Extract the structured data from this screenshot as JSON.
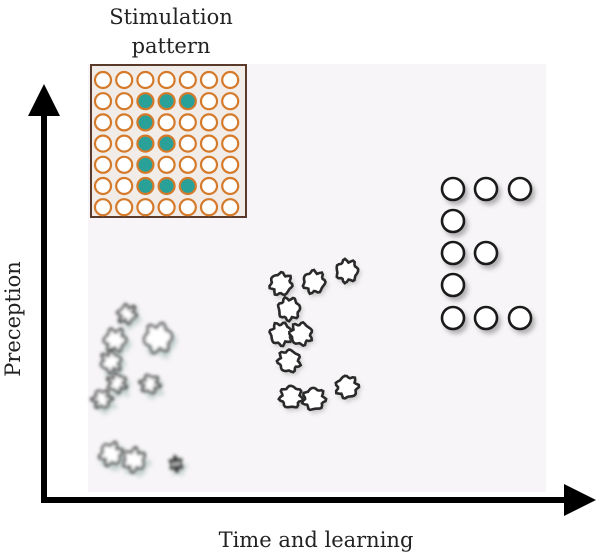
{
  "stimulation_label": {
    "line1": "Stimulation",
    "line2": "pattern"
  },
  "axes": {
    "y_label": "Preception",
    "x_label": "Time and learning"
  },
  "colors": {
    "accent_teal": "#2aa198",
    "grid_border_orange": "#d47a2a",
    "grid_border_dark": "#5a3a2a",
    "panel_bg": "#f7f5f7",
    "arrow": "#000000"
  },
  "stimulation_grid": {
    "rows": 7,
    "cols": 7,
    "active_cells": [
      [
        1,
        2
      ],
      [
        1,
        3
      ],
      [
        1,
        4
      ],
      [
        2,
        2
      ],
      [
        3,
        2
      ],
      [
        3,
        3
      ],
      [
        4,
        2
      ],
      [
        5,
        2
      ],
      [
        5,
        3
      ],
      [
        5,
        4
      ]
    ]
  }
}
